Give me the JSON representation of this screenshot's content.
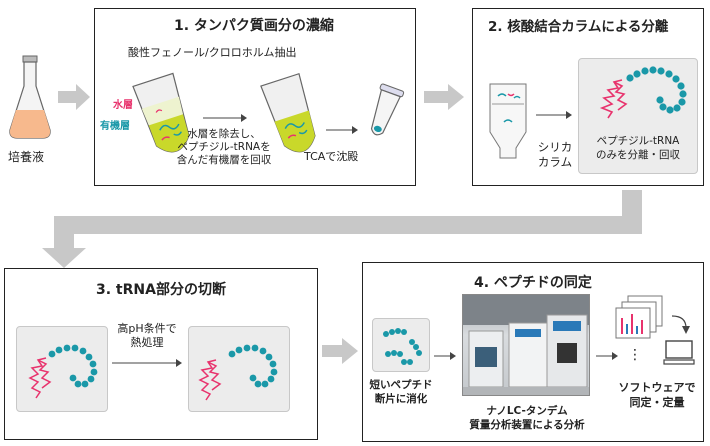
{
  "left": {
    "flask_label": "培養液"
  },
  "step1": {
    "title": "1. タンパク質画分の濃縮",
    "extraction": "酸性フェノール/クロロホルム抽出",
    "water_layer": "水層",
    "organic_layer": "有機層",
    "desc_line1": "水層を除去し、",
    "desc_line2": "ペプチジル-tRNAを",
    "desc_line3": "含んだ有機層を回収",
    "tca": "TCAで沈殿"
  },
  "step2": {
    "title": "2. 核酸結合カラムによる分離",
    "silica_line1": "シリカ",
    "silica_line2": "カラム",
    "result_line1": "ペプチジル-tRNA",
    "result_line2": "のみを分離・回収"
  },
  "step3": {
    "title": "3. tRNA部分の切断",
    "cond_line1": "高pH条件で",
    "cond_line2": "熱処理"
  },
  "step4": {
    "title": "4. ペプチドの同定",
    "digest_line1": "短いペプチド",
    "digest_line2": "断片に消化",
    "ms_line1": "ナノLC-タンデム",
    "ms_line2": "質量分析装置による分析",
    "sw_line1": "ソフトウェアで",
    "sw_line2": "同定・定量",
    "ellipsis": "⋮"
  },
  "colors": {
    "teal": "#1a98a8",
    "pink": "#e8336d",
    "gray_arrow": "#c8c8c8",
    "organic": "#c9d82a"
  }
}
